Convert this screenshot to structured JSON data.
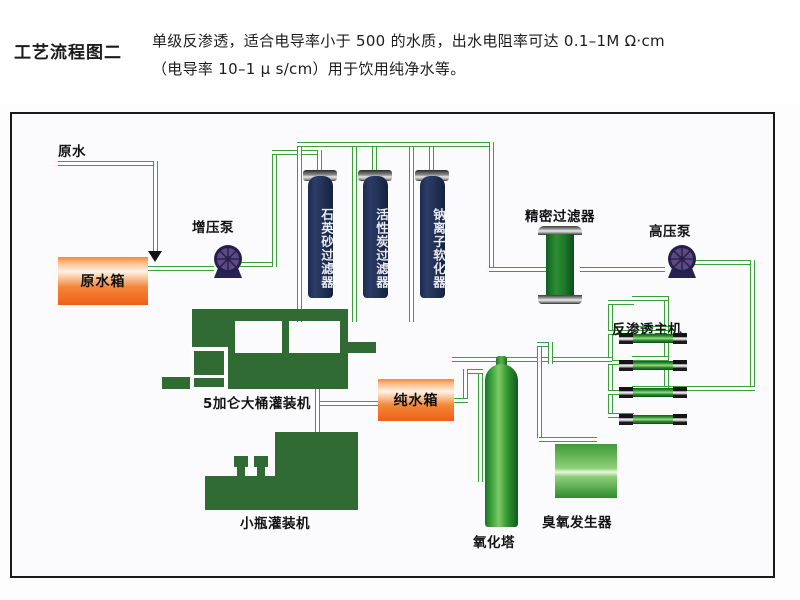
{
  "header": {
    "title": "工艺流程图二",
    "line1": "单级反渗透，适合电导率小于 500 的水质，出水电阻率可达 0.1–1M Ω·cm",
    "line2": "（电导率 10–1 μ s/cm）用于饮用纯净水等。"
  },
  "diagram": {
    "nodes": {
      "raw_water_inlet": "原水",
      "raw_water_tank": "原水箱",
      "booster_pump": "增压泵",
      "quartz_sand_filter": "石英砂过滤器",
      "activated_carbon_filter": "活性炭过滤器",
      "sodium_ion_softener": "钠离子软化器",
      "precision_filter": "精密过滤器",
      "high_pressure_pump": "高压泵",
      "ro_main_unit": "反渗透主机",
      "pure_water_tank": "纯水箱",
      "oxidation_tower": "氧化塔",
      "ozone_generator": "臭氧发生器",
      "five_gallon_filler": "5加仑大桶灌装机",
      "small_bottle_filler": "小瓶灌装机"
    },
    "colors": {
      "pipe": "#3aa03a",
      "tank_orange": "#ee5f17",
      "vessel_navy": "#1b2a52",
      "machine_green": "#2f6b33",
      "tower_green": "#44a63c",
      "frame": "#1a1a1a"
    },
    "ro_membrane_count": 4,
    "flow_sequence": [
      "原水",
      "原水箱",
      "增压泵",
      "石英砂过滤器",
      "活性炭过滤器",
      "钠离子软化器",
      "精密过滤器",
      "高压泵",
      "反渗透主机",
      "氧化塔",
      "纯水箱",
      "5加仑大桶灌装机",
      "小瓶灌装机"
    ]
  }
}
